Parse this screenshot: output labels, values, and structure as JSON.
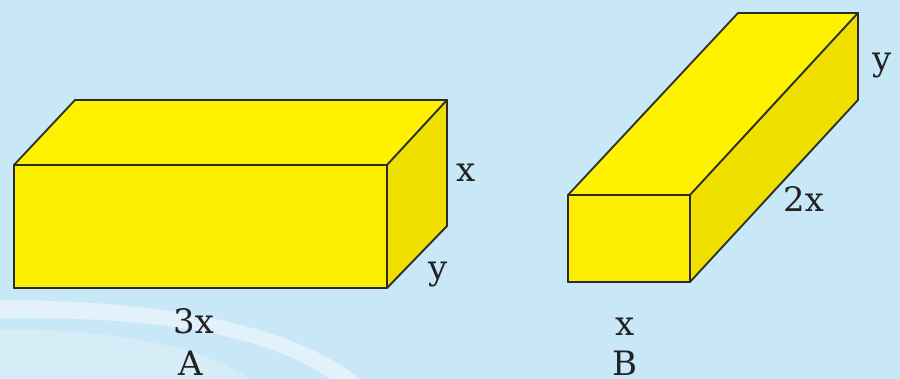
{
  "colors": {
    "background": "#c9e8f7",
    "prism_front": "#fbee00",
    "prism_top": "#fff200",
    "prism_side": "#f0e000",
    "edge": "#2b2b2b",
    "swoosh": "#e6f3fa"
  },
  "prism_a": {
    "name": "A",
    "length_label": "3x",
    "height_label": "x",
    "depth_label": "y"
  },
  "prism_b": {
    "name": "B",
    "width_label": "x",
    "depth_label": "2x",
    "height_label": "y"
  }
}
